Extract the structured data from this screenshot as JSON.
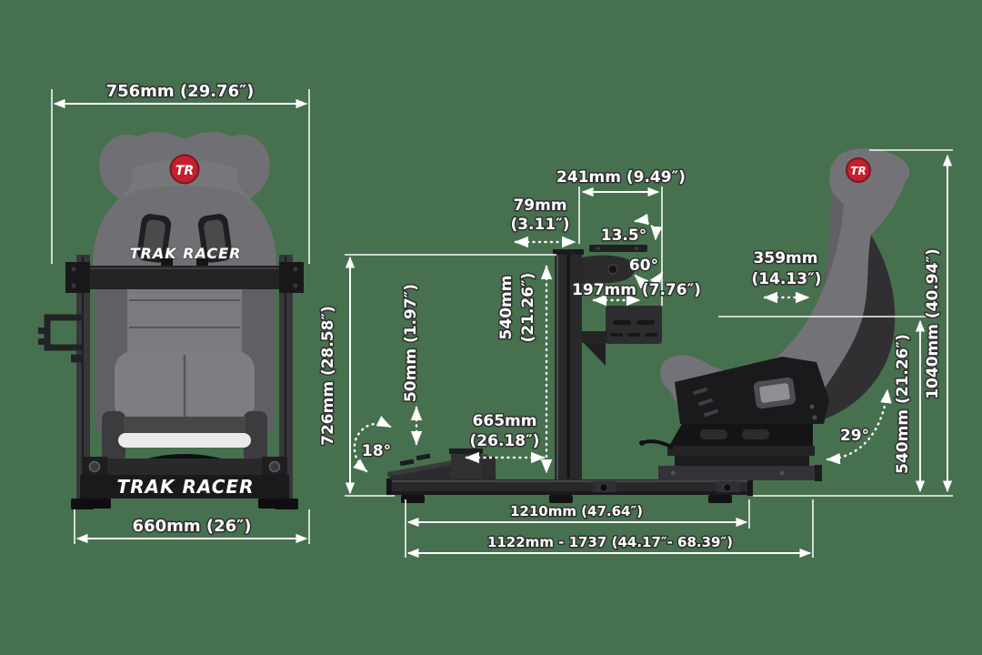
{
  "background": "#47704e",
  "colors": {
    "accent_red": "#c4202e",
    "line_white": "#ffffff",
    "frame_black": "#1a1a1c",
    "seat_gray": "#737377"
  },
  "front_view": {
    "seat_logo": "TR",
    "seat_brand": "TRAK RACER",
    "base_brand": "TRAK RACER",
    "dim_top_width": "756mm (29.76″)",
    "dim_base_width": "660mm (26″)"
  },
  "side_view": {
    "seat_logo": "TR",
    "dim_frame_height": "726mm (28.58″)",
    "dim_pedal_deck_height": "50mm (1.97″)",
    "dim_pedal_angle": "18°",
    "dim_pedal_distance_mm": "665mm",
    "dim_pedal_distance_in": "(26.18″)",
    "dim_post_height_mm": "540mm",
    "dim_post_height_in": "(21.26″)",
    "dim_wheel_offset_mm": "79mm",
    "dim_wheel_offset_in": "(3.11″)",
    "dim_wheel_top_depth": "241mm (9.49″)",
    "dim_wheel_tilt_angle": "13.5°",
    "dim_wheel_adjust_angle": "60°",
    "dim_wheel_deck_depth": "197mm (7.76″)",
    "dim_backrest_width_mm": "359mm",
    "dim_backrest_width_in": "(14.13″)",
    "dim_recline_angle": "29°",
    "dim_seat_height": "540mm (21.26″)",
    "dim_overall_height": "1040mm (40.94″)",
    "dim_base_length": "1210mm (47.64″)",
    "dim_overall_length": "1122mm - 1737 (44.17″- 68.39″)"
  }
}
